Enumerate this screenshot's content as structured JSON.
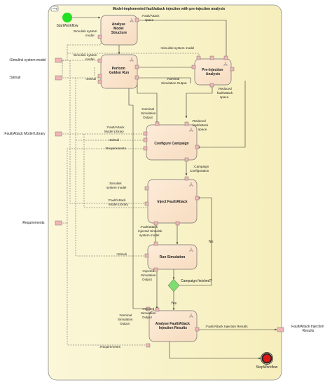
{
  "activity": {
    "title": "Model-implemented fault/attack injection with pre-injection analysis",
    "start": "StartWorkflow",
    "stop": "StopWorkflow"
  },
  "actions": {
    "analyse_model_structure": [
      "Analyse",
      "Model",
      "Structure"
    ],
    "perform_golden_run": [
      "Perform",
      "Golden Run"
    ],
    "pre_injection_analysis": [
      "Pre-Injection",
      "Analysis"
    ],
    "configure_campaign": [
      "Configure Campaign"
    ],
    "inject_fault_attack": [
      "Inject Fault/Attack"
    ],
    "run_simulation": [
      "Run Simulation"
    ],
    "analyse_results": [
      "Analyse Fault/Attack",
      "Injection Results"
    ]
  },
  "external_inputs": {
    "simulink_system_model": ":Simulink system model",
    "stimuli": ":Stimuli",
    "fault_attack_model_library": ":Fault/Attack Model Library",
    "requirements": ":Requirements"
  },
  "external_output": {
    "fault_attack_injection_results": [
      "Fault/Attack Injection",
      "Results"
    ]
  },
  "pin_labels": {
    "fault_attack_space": [
      ":Fault/Attack",
      "space"
    ],
    "simulink_system_model_1": [
      ":Simulink system",
      "model"
    ],
    "simulink_system_model_2": [
      ":Simulink system model"
    ],
    "simulink_system_model_3": [
      ":Simulink system",
      "model"
    ],
    "stimuli_1": [
      ":Stimuli"
    ],
    "nominal_simulation_output_1": [
      ":Nominal",
      "Simulation Output"
    ],
    "reduced_fault_attack_space_1": [
      ":Reduced",
      "fault/attack",
      "space"
    ],
    "nominal_simulation_output_2": [
      ":Nominal",
      "Simulation",
      "Output"
    ],
    "reduced_fault_attack_space_2": [
      ":Reduced",
      "fault/attack",
      "space"
    ],
    "fault_attack_model_library_1": [
      ":Fault/Attack",
      "Model Library"
    ],
    "stimuli_2": [
      ":Stimuli"
    ],
    "requirements_1": [
      ":Requirements"
    ],
    "campaign_configuration": [
      ":Campaign",
      "Configuration"
    ],
    "simulink_system_model_4": [
      ":Simulink",
      "system model"
    ],
    "fault_attack_model_library_2": [
      ":Fault/Attack",
      "Model Library"
    ],
    "injected_simulink_model": [
      ":Fault/attack",
      "injected Simulink",
      "system model"
    ],
    "stimuli_3": [
      ":Stimuli"
    ],
    "injected_simulation_output_1": [
      ":Injected",
      "Simulation",
      "Output"
    ],
    "nominal_simulation_output_3": [
      ":Nominal",
      "Simulation",
      "Output"
    ],
    "injected_simulation_output_2": [
      ":Injected",
      "Simulation",
      "Output"
    ],
    "fault_attack_injection_results": [
      ":Fault/Attack Injection Results"
    ],
    "requirements_2": [
      ":Requirements"
    ]
  },
  "decision": {
    "question": "Campaign finished?",
    "no": "No",
    "yes": "Yes"
  },
  "colors": {
    "frame_fill": "#fbf6d2",
    "action_fill": "#fbe5cf",
    "border": "#6e6e6e",
    "pin_fill": "#f2b5b5",
    "decision_fill": "#7fdc6f",
    "start": "#22e022",
    "stop": "#e01818"
  }
}
